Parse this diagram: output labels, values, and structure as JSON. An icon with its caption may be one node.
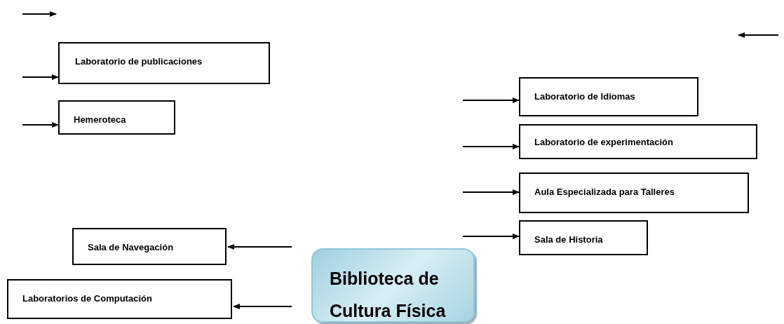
{
  "diagram": {
    "nodes": [
      {
        "text": [
          "Laboratorio de publicaciones"
        ]
      },
      {
        "text": [
          "Hemeroteca"
        ]
      },
      {
        "text": [
          "Laboratorio de Idiomas"
        ]
      },
      {
        "text": [
          "Laboratorio de experimentación"
        ]
      },
      {
        "text": [
          "Aula Especializada para Talleres"
        ]
      },
      {
        "text": [
          "Sala de Historia"
        ]
      },
      {
        "text": [
          "Sala de Navegación"
        ]
      },
      {
        "text": [
          "Laboratorios de Computación"
        ]
      },
      {
        "text": [
          "Biblioteca de Cultura Física"
        ]
      }
    ],
    "edges": [
      {
        "from": null,
        "to": 0,
        "arrow": "to"
      },
      {
        "from": null,
        "to": 1,
        "arrow": "to"
      },
      {
        "from": null,
        "to": 2,
        "arrow": "to"
      },
      {
        "from": null,
        "to": 3,
        "arrow": "to"
      },
      {
        "from": null,
        "to": 4,
        "arrow": "to"
      },
      {
        "from": null,
        "to": 5,
        "arrow": "to"
      },
      {
        "from": null,
        "to": 6,
        "arrow": "to"
      },
      {
        "from": null,
        "to": 7,
        "arrow": "to"
      }
    ]
  }
}
